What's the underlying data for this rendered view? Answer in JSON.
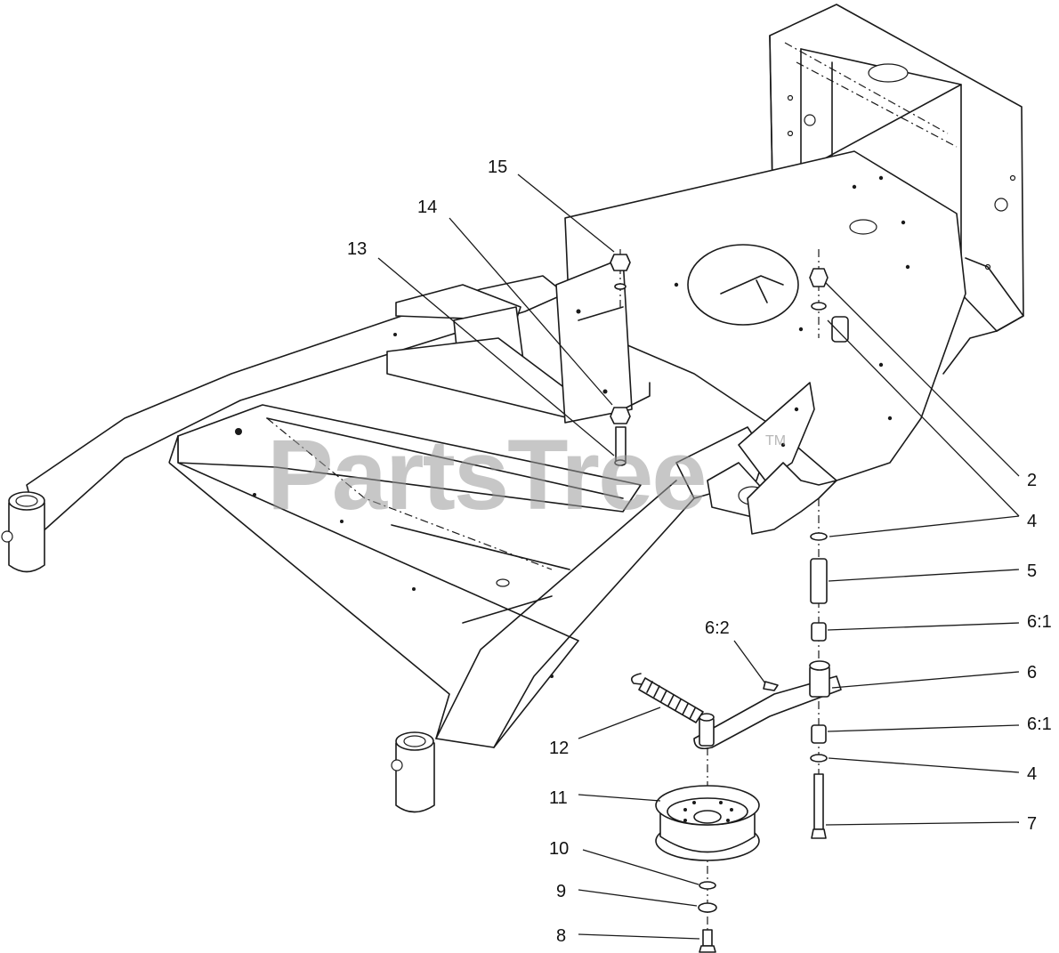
{
  "watermark": {
    "text": "PartsTree",
    "trademark": "TM"
  },
  "callouts": [
    {
      "id": "c15",
      "label": "15"
    },
    {
      "id": "c14",
      "label": "14"
    },
    {
      "id": "c13",
      "label": "13"
    },
    {
      "id": "c2",
      "label": "2"
    },
    {
      "id": "c4a",
      "label": "4"
    },
    {
      "id": "c5",
      "label": "5"
    },
    {
      "id": "c61a",
      "label": "6:1"
    },
    {
      "id": "c62",
      "label": "6:2"
    },
    {
      "id": "c6",
      "label": "6"
    },
    {
      "id": "c61b",
      "label": "6:1"
    },
    {
      "id": "c4b",
      "label": "4"
    },
    {
      "id": "c7",
      "label": "7"
    },
    {
      "id": "c12",
      "label": "12"
    },
    {
      "id": "c11",
      "label": "11"
    },
    {
      "id": "c10",
      "label": "10"
    },
    {
      "id": "c9",
      "label": "9"
    },
    {
      "id": "c8",
      "label": "8"
    }
  ]
}
